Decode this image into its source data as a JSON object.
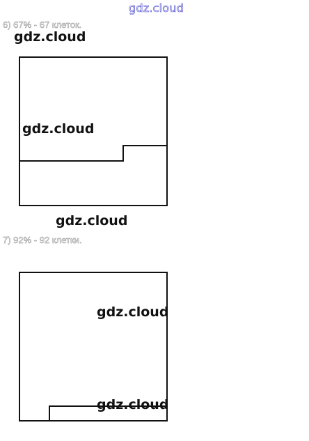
{
  "watermark": "gdz.cloud",
  "problems": [
    {
      "caption": "6) 67% - 67 клеток.",
      "shaded_cells": 67,
      "percent": 67
    },
    {
      "caption": "7) 92% - 92 клетки.",
      "shaded_cells": 92,
      "percent": 92
    }
  ]
}
